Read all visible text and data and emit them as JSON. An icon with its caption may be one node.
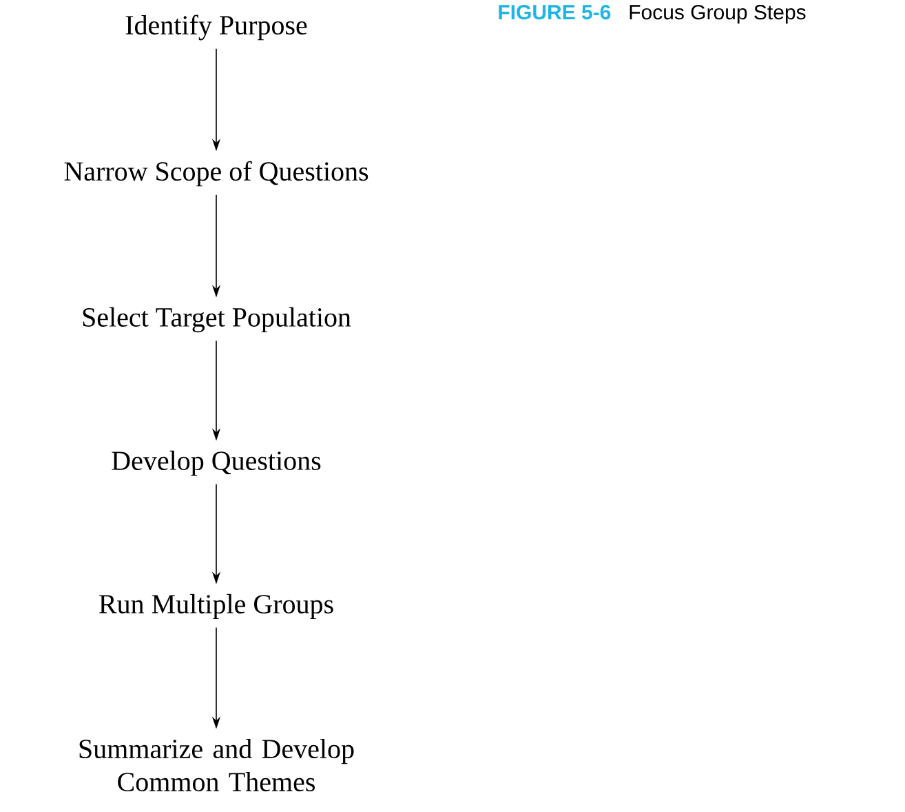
{
  "diagram": {
    "title": "Focus Group Steps",
    "nodes": [
      {
        "text": [
          "Identify Purpose"
        ]
      },
      {
        "text": [
          "Narrow Scope of Questions"
        ]
      },
      {
        "text": [
          "Select Target Population"
        ]
      },
      {
        "text": [
          "Develop Questions"
        ]
      },
      {
        "text": [
          "Run Multiple Groups"
        ]
      },
      {
        "text": [
          "Summarize and Develop Common Themes"
        ]
      }
    ],
    "edges": [
      {
        "from": 0,
        "to": 1,
        "arrow": "to"
      },
      {
        "from": 1,
        "to": 2,
        "arrow": "to"
      },
      {
        "from": 2,
        "to": 3,
        "arrow": "to"
      },
      {
        "from": 3,
        "to": 4,
        "arrow": "to"
      },
      {
        "from": 4,
        "to": 5,
        "arrow": "to"
      }
    ],
    "labels": [
      "FIGURE 5-6"
    ]
  }
}
